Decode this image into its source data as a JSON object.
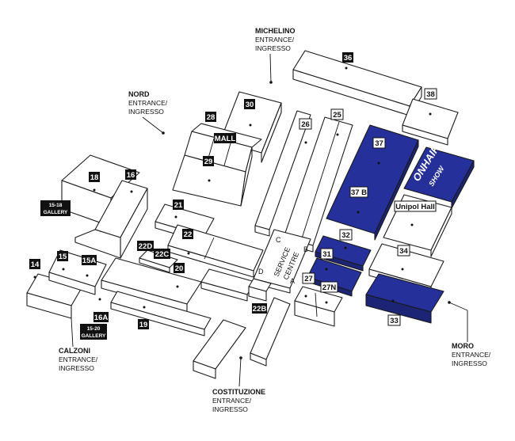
{
  "halls": {
    "h36": "36",
    "h38": "38",
    "h30": "30",
    "h28": "28",
    "mall": "MALL",
    "h29": "29",
    "h26": "26",
    "h25": "25",
    "h37": "37",
    "h37b": "37 B",
    "unipol": "Unipol Hall",
    "h18": "18",
    "h16": "16",
    "gallery1518_a": "15-18",
    "gallery1518_b": "GALLERY",
    "h21": "21",
    "h22": "22",
    "h22d": "22D",
    "h22c": "22C",
    "h20": "20",
    "h14": "14",
    "h15": "15",
    "h15a": "15A",
    "h16a": "16A",
    "gallery1520_a": "15-20",
    "gallery1520_b": "GALLERY",
    "h19": "19",
    "h32": "32",
    "h31": "31",
    "h34": "34",
    "h27": "27",
    "h27n": "27N",
    "h33": "33",
    "h22b": "22B"
  },
  "service_centre": {
    "line1": "SERVICE",
    "line2": "CENTRE",
    "A": "A",
    "B": "B",
    "C": "C",
    "D": "D"
  },
  "logo": {
    "line1": "ONHAIR",
    "line2": "SHOW"
  },
  "entrances": {
    "michelino": {
      "title": "MICHELINO",
      "line1": "ENTRANCE/",
      "line2": "INGRESSO"
    },
    "nord": {
      "title": "NORD",
      "line1": "ENTRANCE/",
      "line2": "INGRESSO"
    },
    "calzoni": {
      "title": "CALZONI",
      "line1": "ENTRANCE/",
      "line2": "INGRESSO"
    },
    "costituzione": {
      "title": "COSTITUZIONE",
      "line1": "ENTRANCE/",
      "line2": "INGRESSO"
    },
    "moro": {
      "title": "MORO",
      "line1": "ENTRANCE/",
      "line2": "INGRESSO"
    }
  },
  "colors": {
    "highlight": "#25309a",
    "outline": "#1a1a1a",
    "label_black": "#111111"
  }
}
